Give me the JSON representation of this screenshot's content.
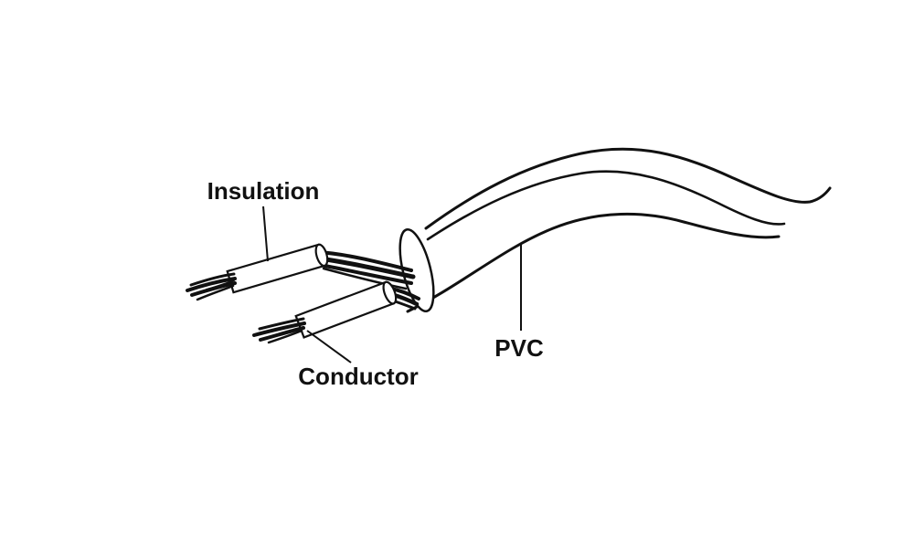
{
  "diagram": {
    "name": "stripped-cable-cross-section",
    "labels": {
      "insulation": "Insulation",
      "conductor": "Conductor",
      "pvc": "PVC"
    },
    "colors": {
      "ink": "#111111",
      "background": "#ffffff"
    }
  }
}
